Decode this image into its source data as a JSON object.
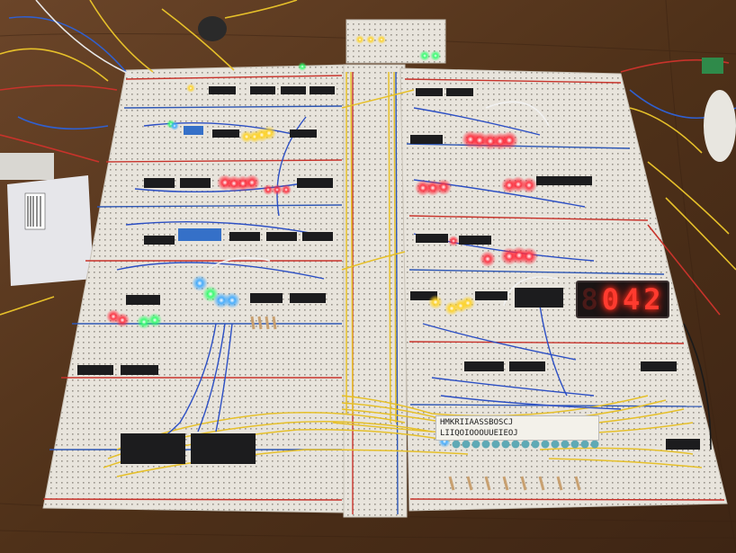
{
  "display": {
    "digit_unlit": "8",
    "value": "042"
  },
  "label_strip": {
    "line1": "HMKRIIAASSBOSCJ",
    "line2": "LIIQOIOOOUUEIEOJ"
  },
  "colors": {
    "table": "#5a3a22",
    "breadboard": "#e8e4dc",
    "rail_red": "#c8332b",
    "rail_blue": "#2d56b4",
    "led_red": "#ff2a3a",
    "led_yellow": "#ffd21f",
    "led_green": "#2dff6a",
    "led_blue": "#3aa8ff",
    "wire_yellow": "#e6c02a",
    "wire_blue": "#2c4fc4",
    "chip": "#1c1c1e"
  }
}
